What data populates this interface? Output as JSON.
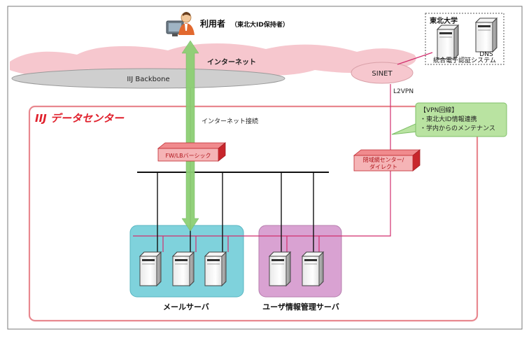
{
  "user": {
    "label": "利用者",
    "sublabel": "（東北大ID保持者）"
  },
  "university": {
    "name": "東北大学",
    "dns_label": "DNS",
    "system_label": "統合電子認証システム"
  },
  "network": {
    "internet_label": "インターネット",
    "backbone_label": "IIJ Backbone",
    "sinet_label": "SINET",
    "l2vpn_label": "L2VPN",
    "internet_connection_label": "インターネット接続"
  },
  "datacenter": {
    "title": "IIJ データセンター"
  },
  "vpn_note": {
    "line1": "【VPN回線】",
    "line2": "・東北大ID情報連携",
    "line3": "・学内からのメンテナンス"
  },
  "devices": {
    "firewall_label": "FW/LBバーシック",
    "gateway_label_line1": "閉域網センター/",
    "gateway_label_line2": "ダイレクト"
  },
  "server_groups": {
    "mail_label": "メールサーバ",
    "user_mgmt_label": "ユーザ情報管理サーバ"
  },
  "colors": {
    "cloud_pink": "#f6c7ce",
    "backbone_gray": "#cfcfcf",
    "datacenter_border": "#e8888f",
    "datacenter_title": "#e0202c",
    "mail_group_bg": "#7fd2dc",
    "user_group_bg": "#d9a2d2",
    "vpn_note_bg": "#b9e3a1",
    "arrow_green": "#8dcf74",
    "network_line": "#d22f6e",
    "device_red": "#e8383d"
  }
}
